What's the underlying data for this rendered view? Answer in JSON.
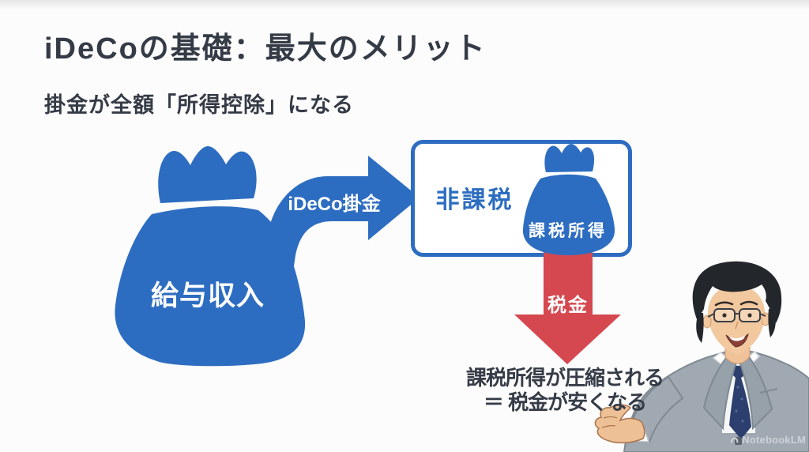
{
  "page": {
    "title": "iDeCoの基礎：最大のメリット",
    "subtitle": "掛金が全額「所得控除」になる"
  },
  "diagram": {
    "salary_bag_label": "給与収入",
    "contribution_arrow_label": "iDeCo掛金",
    "tax_exempt_label": "非課税",
    "taxable_income_bag_label": "課税所得",
    "tax_arrow_label": "税金",
    "caption_line1": "課税所得が圧縮される",
    "caption_line2": "＝ 税金が安くなる"
  },
  "watermark": {
    "brand": "NotebookLM"
  },
  "colors": {
    "primary_blue": "#2d6dc1",
    "accent_red": "#d5484f",
    "text_dark": "#363c47",
    "background": "#fcfcfc"
  }
}
